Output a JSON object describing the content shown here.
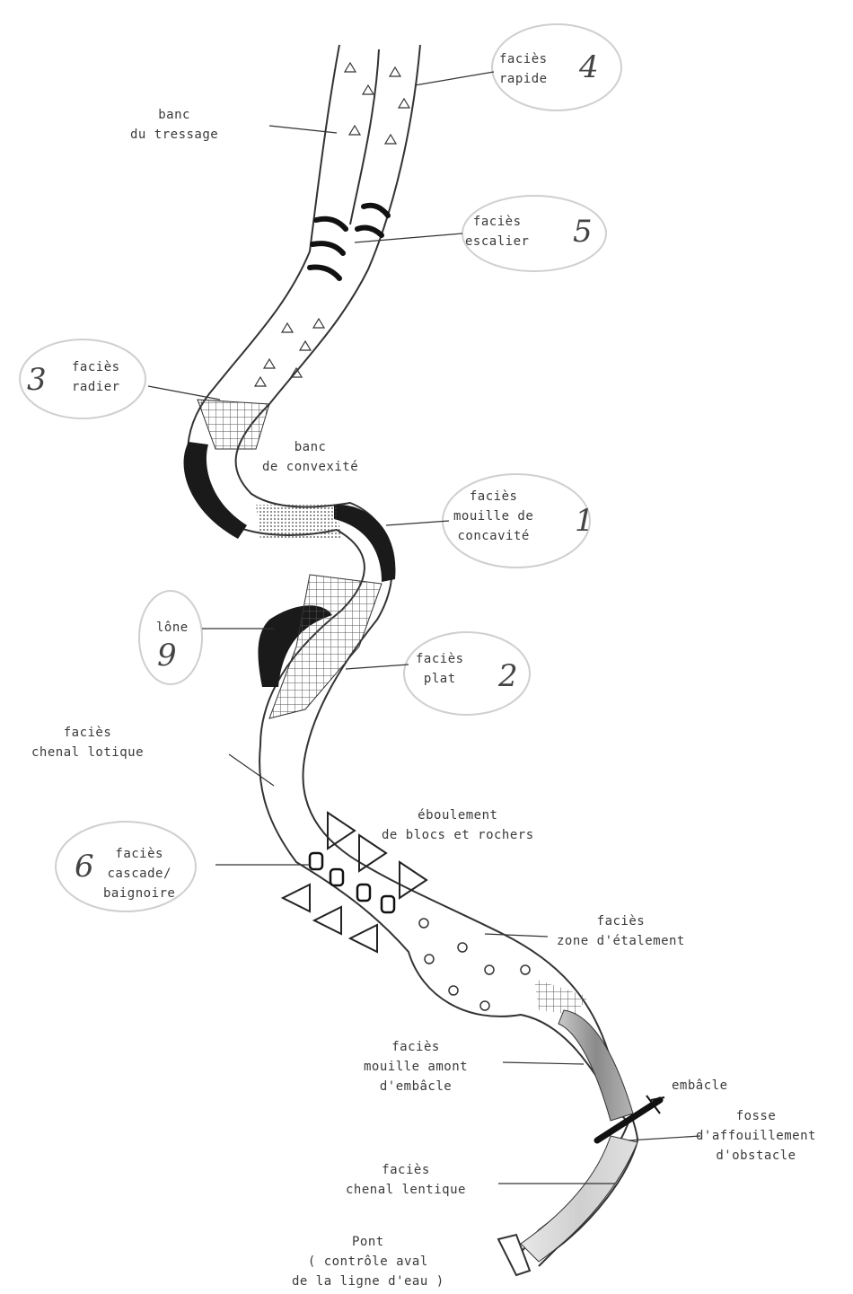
{
  "labels": {
    "facies_rapide": [
      "faciès",
      "rapide"
    ],
    "banc_tressage": [
      "banc",
      "du tressage"
    ],
    "facies_escalier": [
      "faciès",
      "escalier"
    ],
    "facies_radier": [
      "faciès",
      "radier"
    ],
    "banc_convexite": [
      "banc",
      "de convexité"
    ],
    "facies_mouille_concavite": [
      "faciès",
      "mouille de",
      "concavité"
    ],
    "lone": [
      "lône"
    ],
    "facies_plat": [
      "faciès",
      "plat"
    ],
    "facies_chenal_lotique": [
      "faciès",
      "chenal lotique"
    ],
    "eboulement": [
      "éboulement",
      "de blocs et rochers"
    ],
    "facies_cascade": [
      "faciès",
      "cascade/",
      "baignoire"
    ],
    "facies_zone_etalement": [
      "faciès",
      "zone d'étalement"
    ],
    "facies_mouille_amont": [
      "faciès",
      "mouille amont",
      "d'embâcle"
    ],
    "embacle": [
      "embâcle"
    ],
    "fosse": [
      "fosse",
      "d'affouillement",
      "d'obstacle"
    ],
    "facies_chenal_lentique": [
      "faciès",
      "chenal lentique"
    ],
    "pont": [
      "Pont",
      "( contrôle aval",
      "de la ligne d'eau )"
    ]
  },
  "numbers": {
    "rapide": "4",
    "escalier": "5",
    "radier": "3",
    "mouille": "1",
    "lone": "9",
    "plat": "2",
    "cascade": "6"
  }
}
